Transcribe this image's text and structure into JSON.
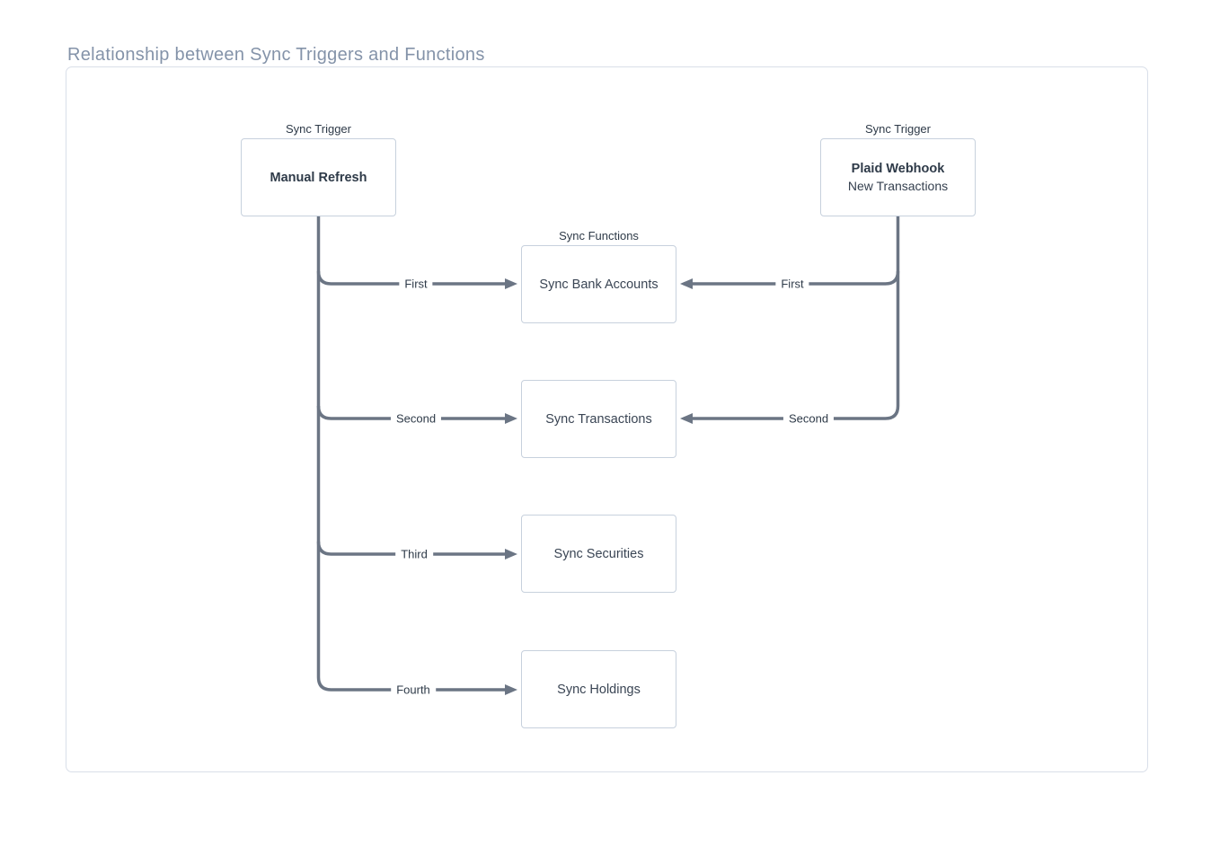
{
  "title": "Relationship between Sync Triggers and Functions",
  "diagram": {
    "triggers": [
      {
        "group_label": "Sync Trigger",
        "title": "Manual Refresh",
        "subtitle": ""
      },
      {
        "group_label": "Sync Trigger",
        "title": "Plaid Webhook",
        "subtitle": "New Transactions"
      }
    ],
    "functions_label": "Sync Functions",
    "functions": [
      {
        "name": "Sync Bank Accounts"
      },
      {
        "name": "Sync Transactions"
      },
      {
        "name": "Sync Securities"
      },
      {
        "name": "Sync Holdings"
      }
    ],
    "edges": [
      {
        "from": "Manual Refresh",
        "to": "Sync Bank Accounts",
        "label": "First"
      },
      {
        "from": "Manual Refresh",
        "to": "Sync Transactions",
        "label": "Second"
      },
      {
        "from": "Manual Refresh",
        "to": "Sync Securities",
        "label": "Third"
      },
      {
        "from": "Manual Refresh",
        "to": "Sync Holdings",
        "label": "Fourth"
      },
      {
        "from": "Plaid Webhook",
        "to": "Sync Bank Accounts",
        "label": "First"
      },
      {
        "from": "Plaid Webhook",
        "to": "Sync Transactions",
        "label": "Second"
      }
    ]
  },
  "colors": {
    "line": "#6b7584",
    "box_border": "#c7d1dd",
    "panel_border": "#d9dfe9",
    "node_text": "#2e3a48",
    "title_text": "#8493a9",
    "bg": "#ffffff"
  }
}
